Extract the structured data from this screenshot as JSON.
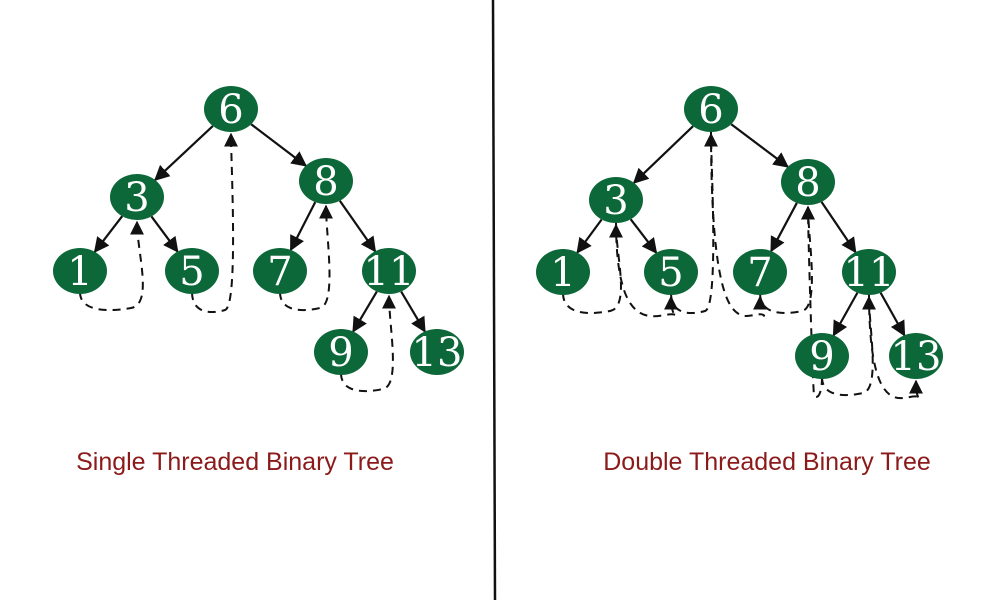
{
  "colors": {
    "node_fill": "#0c6838",
    "node_text": "#ffffff",
    "edge": "#111111",
    "caption": "#8b1a1a",
    "divider": "#111111"
  },
  "left_tree": {
    "caption": "Single Threaded Binary Tree",
    "nodes": {
      "n6": "6",
      "n3": "3",
      "n8": "8",
      "n1": "1",
      "n5": "5",
      "n7": "7",
      "n11": "11",
      "n9": "9",
      "n13": "13"
    }
  },
  "right_tree": {
    "caption": "Double Threaded Binary Tree",
    "nodes": {
      "n6": "6",
      "n3": "3",
      "n8": "8",
      "n1": "1",
      "n5": "5",
      "n7": "7",
      "n11": "11",
      "n9": "9",
      "n13": "13"
    }
  },
  "tree_structure": {
    "edges": [
      [
        "n6",
        "n3"
      ],
      [
        "n6",
        "n8"
      ],
      [
        "n3",
        "n1"
      ],
      [
        "n3",
        "n5"
      ],
      [
        "n8",
        "n7"
      ],
      [
        "n8",
        "n11"
      ],
      [
        "n11",
        "n9"
      ],
      [
        "n11",
        "n13"
      ]
    ],
    "single_threads": [
      [
        "n1",
        "n3"
      ],
      [
        "n5",
        "n6"
      ],
      [
        "n7",
        "n8"
      ],
      [
        "n9",
        "n11"
      ]
    ],
    "double_threads": [
      [
        "n1",
        "n3"
      ],
      [
        "n3",
        "n5"
      ],
      [
        "n5",
        "n6"
      ],
      [
        "n6",
        "n7"
      ],
      [
        "n7",
        "n8"
      ],
      [
        "n9",
        "n8"
      ],
      [
        "n9",
        "n11"
      ],
      [
        "n11",
        "n13"
      ]
    ]
  }
}
